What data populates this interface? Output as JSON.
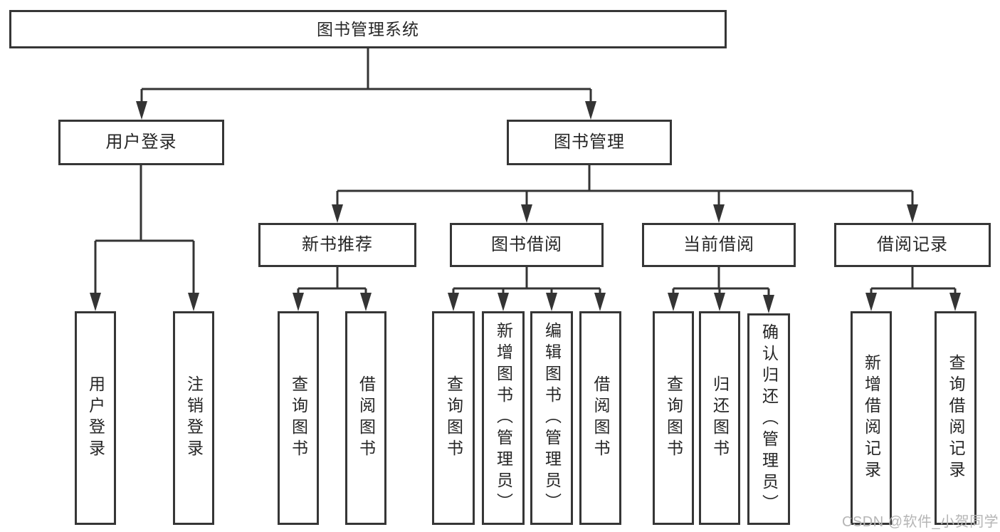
{
  "diagram": {
    "type": "hierarchy-tree",
    "title_node": "图书管理系统",
    "structure": {
      "图书管理系统": {
        "用户登录": [
          "用户登录",
          "注销登录"
        ],
        "图书管理": {
          "新书推荐": [
            "查询图书",
            "借阅图书"
          ],
          "图书借阅": [
            "查询图书",
            "新增图书（管理员）",
            "编辑图书（管理员）",
            "借阅图书"
          ],
          "当前借阅": [
            "查询图书",
            "归还图书",
            "确认归还（管理员）"
          ],
          "借阅记录": [
            "新增借阅记录",
            "查询借阅记录"
          ]
        }
      }
    }
  },
  "nodes": {
    "root": "图书管理系统",
    "user_login": "用户登录",
    "book_mgmt": "图书管理",
    "new_book_rec": "新书推荐",
    "book_borrow": "图书借阅",
    "current_borrow": "当前借阅",
    "borrow_records": "借阅记录",
    "ul_login": "用户登录",
    "ul_logout": "注销登录",
    "nb_query": "查询图书",
    "nb_borrow": "借阅图书",
    "bb_query": "查询图书",
    "bb_add": "新增图书（管理员）",
    "bb_edit": "编辑图书（管理员）",
    "bb_borrow": "借阅图书",
    "cb_query": "查询图书",
    "cb_return": "归还图书",
    "cb_confirm": "确认归还（管理员）",
    "br_add": "新增借阅记录",
    "br_query": "查询借阅记录"
  },
  "watermark": "CSDN @软件_小贺同学",
  "colors": {
    "line": "#343434",
    "box_border": "#363636",
    "box_background": "#ffffff",
    "text": "#262626",
    "watermark": "#b5b5b5"
  }
}
